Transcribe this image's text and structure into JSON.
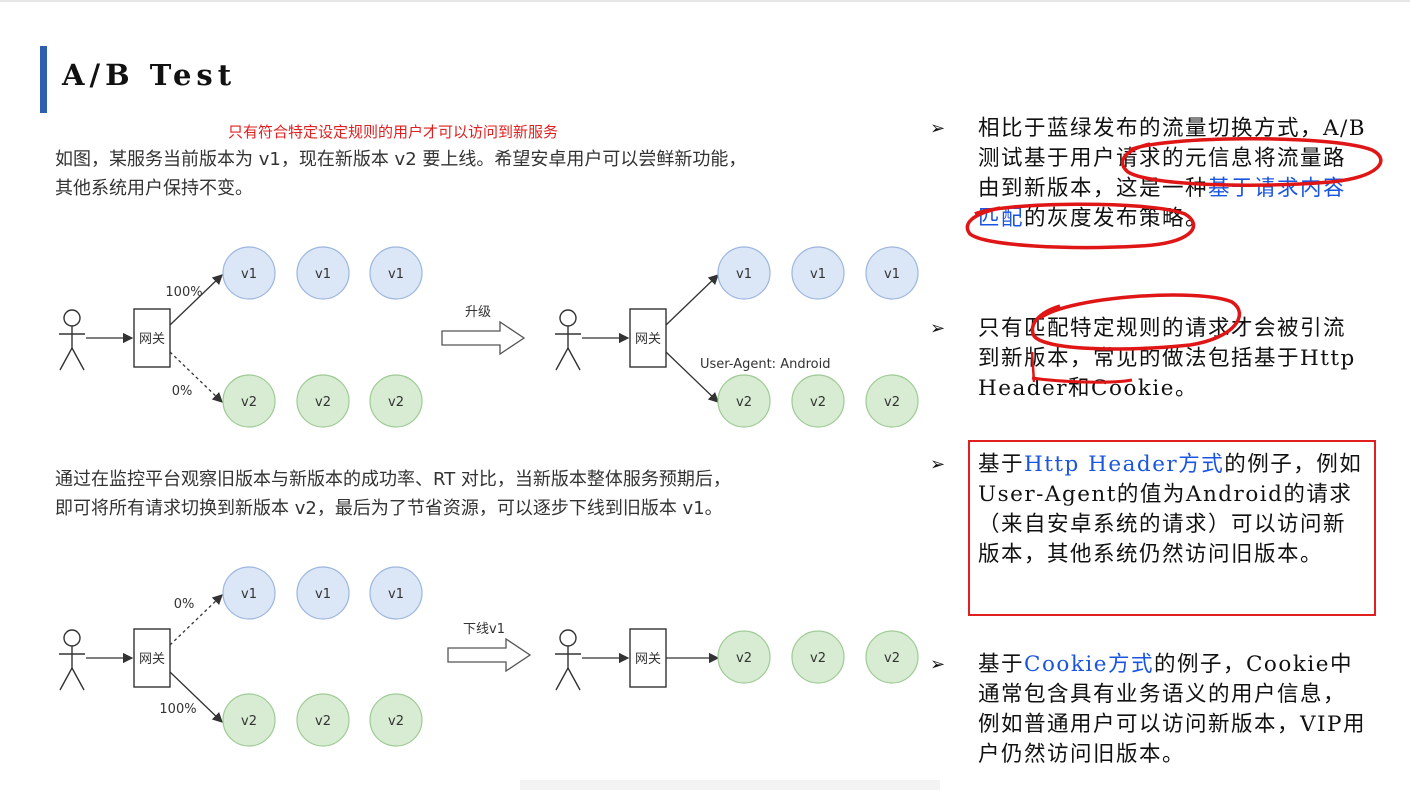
{
  "title": "A/B  Test",
  "red_note": "只有符合特定设定规则的用户才可以访问到新服务",
  "para1": [
    "如图，某服务当前版本为 v1，现在新版本 v2 要上线。希望安卓用户可以尝鲜新功能，",
    "其他系统用户保持不变。"
  ],
  "para2": [
    "通过在监控平台观察旧版本与新版本的成功率、RT 对比，当新版本整体服务预期后，",
    "即可将所有请求切换到新版本 v2，最后为了节省资源，可以逐步下线到旧版本 v1。"
  ],
  "diagram": {
    "gateway": "网关",
    "v1": "v1",
    "v2": "v2",
    "pct_100": "100%",
    "pct_0": "0%",
    "upgrade": "升级",
    "offline_v1": "下线v1",
    "ua_android": "User-Agent: Android",
    "colors": {
      "v1_fill": "#dbe6f7",
      "v1_stroke": "#9db6de",
      "v2_fill": "#d7ecd2",
      "v2_stroke": "#9fcb95"
    }
  },
  "bullets": [
    {
      "mark": "➢",
      "parts": [
        {
          "t": "相比于蓝绿发布的流量切换方式，A/B测试基于用户请求的元信息将流量路由到新版本，这是一种"
        },
        {
          "t": "基于请求内容匹配",
          "c": "blue"
        },
        {
          "t": "的灰度发布策略。"
        }
      ]
    },
    {
      "mark": "➢",
      "parts": [
        {
          "t": "只有匹配特定规则的请求才会被引流到新版本，常见的做法包括基于Http Header和Cookie。"
        }
      ]
    },
    {
      "mark": "➢",
      "parts": [
        {
          "t": "基于"
        },
        {
          "t": "Http Header方式",
          "c": "blue"
        },
        {
          "t": "的例子，例如User-Agent的值为Android的请求（来自安卓系统的请求）可以访问新版本，其他系统仍然访问旧版本。"
        }
      ]
    },
    {
      "mark": "➢",
      "parts": [
        {
          "t": "基于"
        },
        {
          "t": "Cookie方式",
          "c": "blue"
        },
        {
          "t": "的例子，Cookie中通常包含具有业务语义的用户信息，例如普通用户可以访问新版本，VIP用户仍然访问旧版本。"
        }
      ]
    }
  ]
}
